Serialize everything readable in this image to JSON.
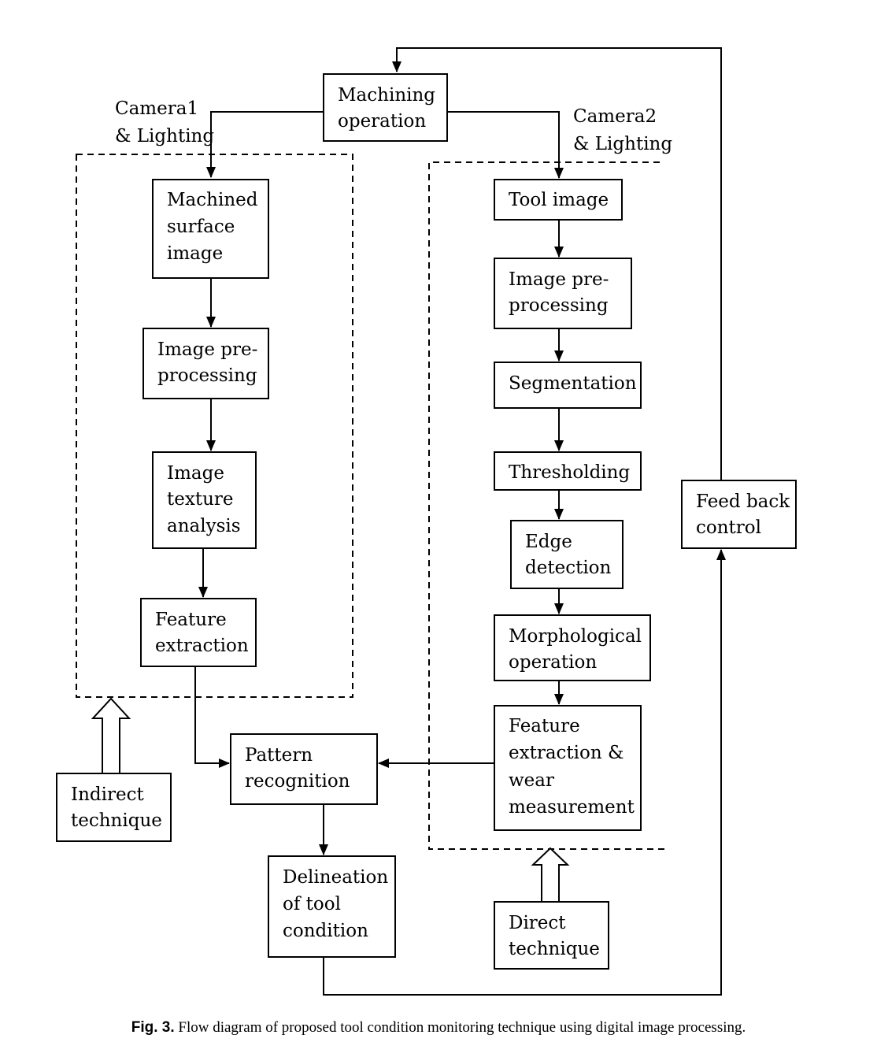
{
  "boxes": {
    "machining": [
      "Machining",
      "operation"
    ],
    "machined_surface": [
      "Machined",
      "surface",
      "image"
    ],
    "preproc_left": [
      "Image pre-",
      "processing"
    ],
    "texture": [
      "Image",
      "texture",
      "analysis"
    ],
    "feature_left": [
      "Feature",
      "extraction"
    ],
    "tool_image": [
      "Tool image"
    ],
    "preproc_right": [
      "Image pre-",
      "processing"
    ],
    "segmentation": [
      "Segmentation"
    ],
    "thresholding": [
      "Thresholding"
    ],
    "edge": [
      "Edge",
      "detection"
    ],
    "morph": [
      "Morphological",
      "operation"
    ],
    "feature_right": [
      "Feature",
      "extraction &",
      "wear",
      "measurement"
    ],
    "pattern": [
      "Pattern",
      "recognition"
    ],
    "delineation": [
      "Delineation",
      "of tool",
      "condition"
    ],
    "indirect": [
      "Indirect",
      "technique"
    ],
    "direct": [
      "Direct",
      "technique"
    ],
    "feedback": [
      "Feed back",
      "control"
    ]
  },
  "labels": {
    "camera1": [
      "Camera1",
      "& Lighting"
    ],
    "camera2": [
      "Camera2",
      "& Lighting"
    ]
  },
  "caption": {
    "label": "Fig. 3.",
    "text": "Flow diagram of proposed tool condition monitoring technique using digital image processing."
  }
}
